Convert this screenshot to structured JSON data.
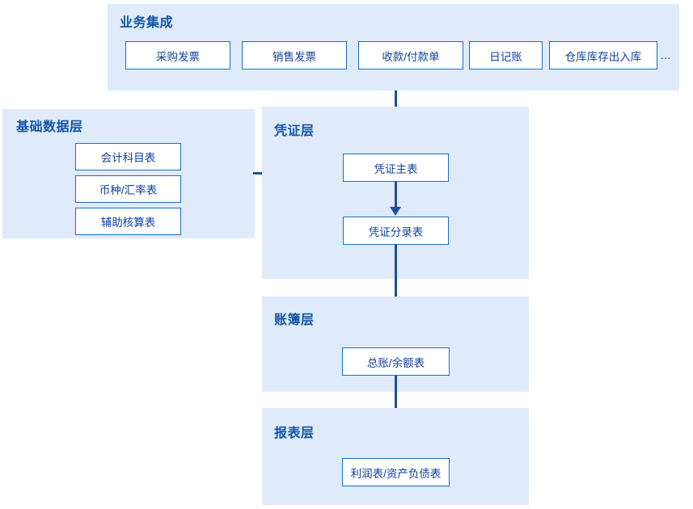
{
  "diagram": {
    "title_color": "#1156a8",
    "panel_color": "#dfeafb",
    "node_border_color": "#1a6ec8",
    "node_text_color": "#10409e",
    "arrow_color": "#1f4e9c",
    "layers": [
      {
        "id": "business-integration",
        "title": "业务集成",
        "nodes": [
          {
            "label": "采购发票"
          },
          {
            "label": "销售发票"
          },
          {
            "label": "收款/付款单"
          },
          {
            "label": "日记账"
          },
          {
            "label": "仓库库存出入库"
          }
        ],
        "overflow_marker": "…"
      },
      {
        "id": "base-data",
        "title": "基础数据层",
        "nodes": [
          {
            "label": "会计科目表"
          },
          {
            "label": "币种/汇率表"
          },
          {
            "label": "辅助核算表"
          }
        ]
      },
      {
        "id": "voucher",
        "title": "凭证层",
        "nodes": [
          {
            "label": "凭证主表"
          },
          {
            "label": "凭证分录表"
          }
        ]
      },
      {
        "id": "ledger",
        "title": "账簿层",
        "nodes": [
          {
            "label": "总账/余额表"
          }
        ]
      },
      {
        "id": "report",
        "title": "报表层",
        "nodes": [
          {
            "label": "利润表/资产负债表"
          }
        ]
      }
    ]
  }
}
